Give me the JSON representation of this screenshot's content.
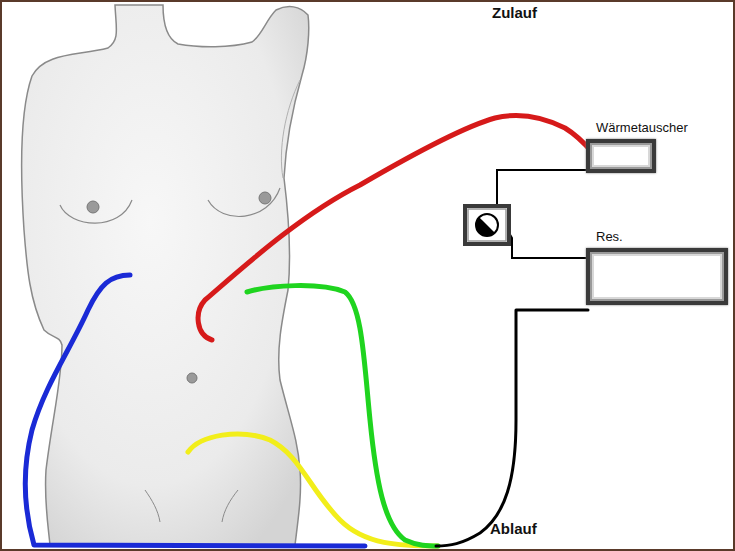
{
  "diagram": {
    "nodes": [
      {
        "text": [
          "Wärmetauscher"
        ]
      },
      {
        "text": [
          "Res."
        ]
      }
    ],
    "edges": [
      {
        "from": 0,
        "to": 1,
        "arrow": "none"
      }
    ],
    "labels": [
      "Zulauf",
      "Ablauf"
    ]
  }
}
